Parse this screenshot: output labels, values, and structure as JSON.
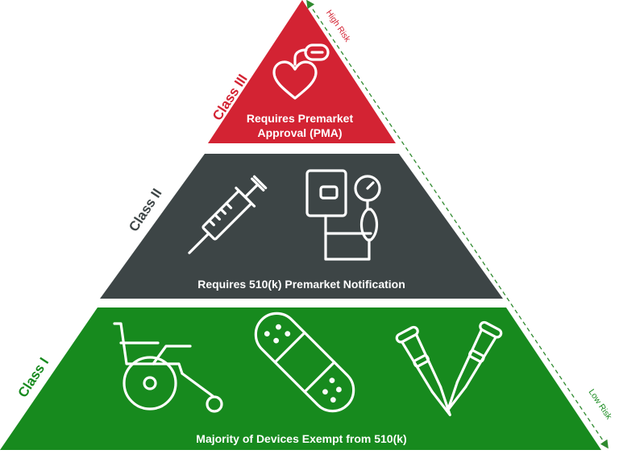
{
  "colors": {
    "class_iii": "#d32333",
    "class_ii": "#3d4546",
    "class_i": "#178a1e",
    "caption_text": "#ffffff",
    "risk_arrow": "#2f8a2f"
  },
  "tiers": {
    "class_iii": {
      "label": "Class III",
      "caption_line1": "Requires Premarket",
      "caption_line2": "Approval (PMA)",
      "icons": [
        "pacemaker-heart-icon"
      ]
    },
    "class_ii": {
      "label": "Class II",
      "caption": "Requires 510(k) Premarket Notification",
      "icons": [
        "syringe-icon",
        "blood-pressure-monitor-icon"
      ]
    },
    "class_i": {
      "label": "Class I",
      "caption": "Majority of Devices Exempt from 510(k)",
      "icons": [
        "wheelchair-icon",
        "bandage-icon",
        "crutches-icon"
      ]
    }
  },
  "risk_scale": {
    "high_label": "High Risk",
    "low_label": "Low Risk"
  }
}
